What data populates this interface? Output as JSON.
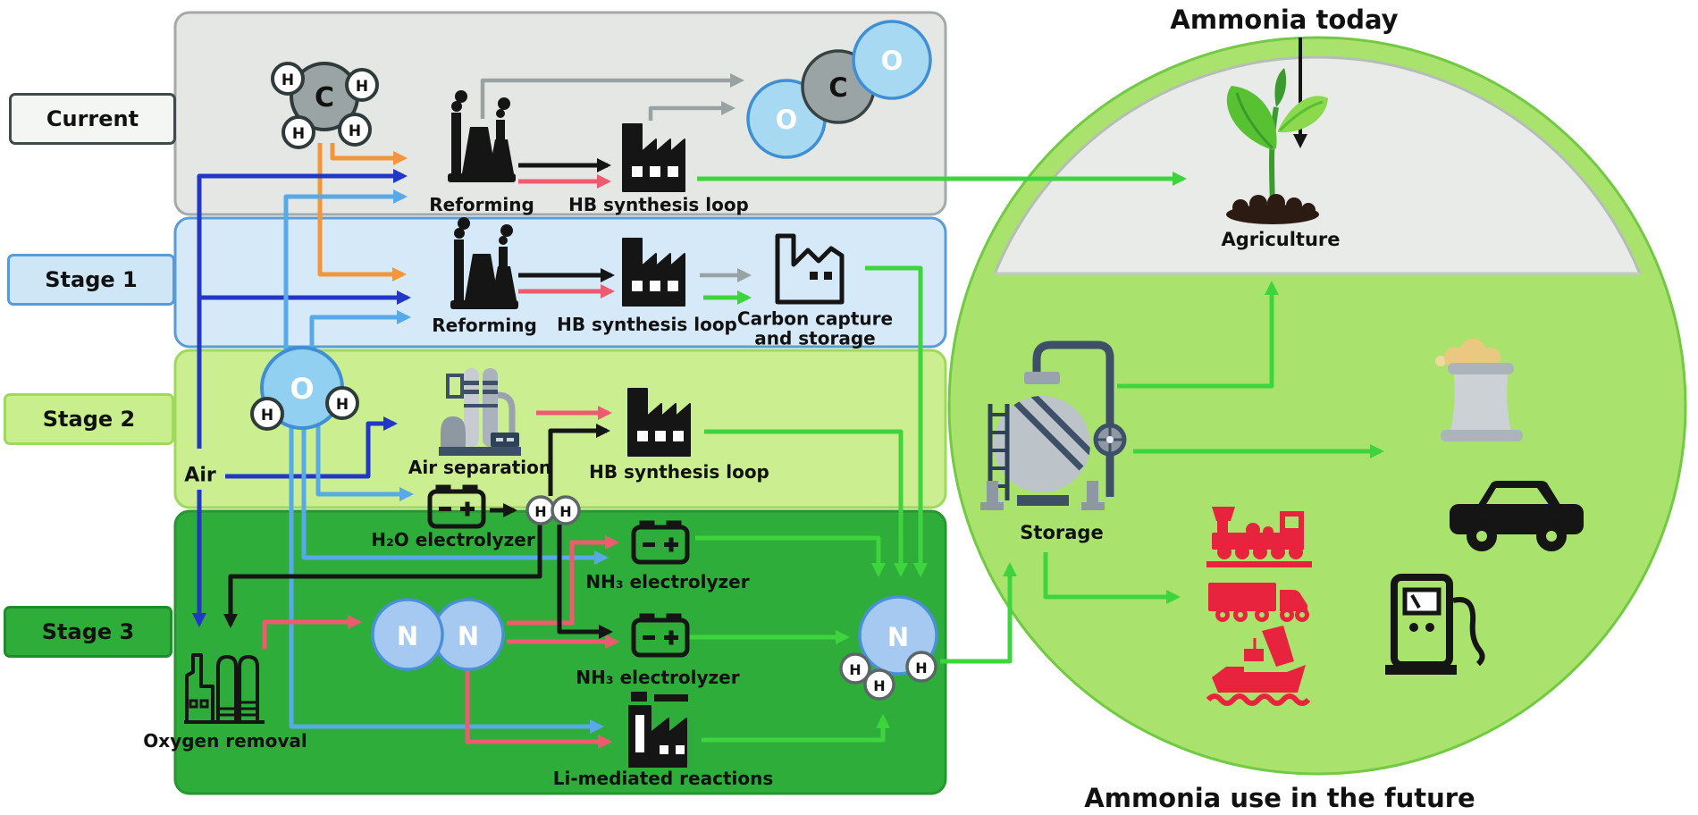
{
  "titles": {
    "today": "Ammonia today",
    "future": "Ammonia use in the future"
  },
  "stages": {
    "current": "Current",
    "stage1": "Stage 1",
    "stage2": "Stage 2",
    "stage3": "Stage 3"
  },
  "processes": {
    "reforming": "Reforming",
    "hb_loop": "HB synthesis loop",
    "carbon_capture": "Carbon capture and storage",
    "air_separation": "Air separation",
    "h2o_electrolyzer": "H₂O electrolyzer",
    "nh3_electrolyzer": "NH₃ electrolyzer",
    "li_mediated": "Li-mediated reactions",
    "oxygen_removal": "Oxygen removal"
  },
  "inputs": {
    "air": "Air"
  },
  "uses": {
    "agriculture": "Agriculture",
    "storage": "Storage"
  },
  "atoms": {
    "carbon": "C",
    "hydrogen": "H",
    "oxygen": "O",
    "nitrogen": "N"
  },
  "colors": {
    "band_current": "#e5e7e4",
    "band_stage1": "#d6e9f8",
    "band_stage2": "#caee90",
    "band_stage3": "#2fad3b",
    "circle_green": "#a9e36e",
    "dome_gray": "#e9ebe8",
    "arrow_green": "#3ed43e",
    "arrow_orange": "#f49539",
    "arrow_darkblue": "#2236c8",
    "arrow_lightblue": "#57a9e8",
    "arrow_red": "#ee5b71",
    "arrow_gray": "#98a2a2",
    "arrow_black": "#151515",
    "red_icons": "#e8233d",
    "atom_blue": "#a5c9f0",
    "atom_gray": "#9ba4a4"
  }
}
